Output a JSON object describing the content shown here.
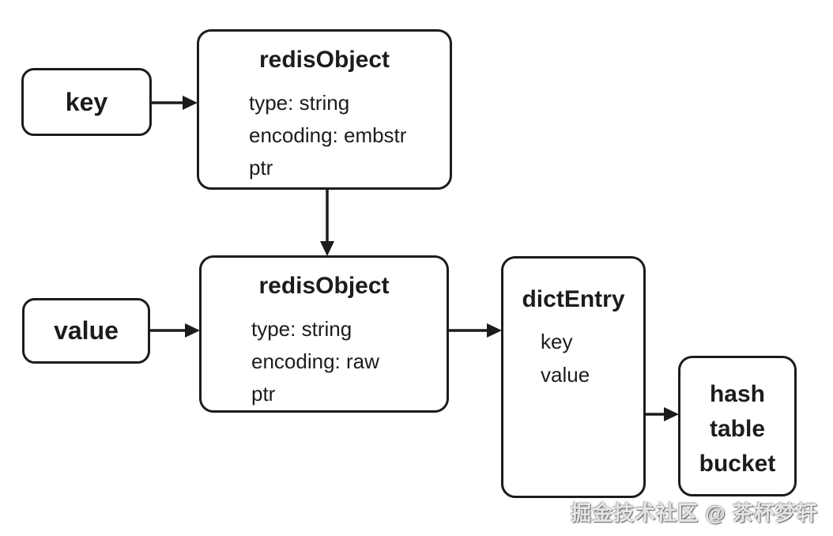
{
  "colors": {
    "background": "#ffffff",
    "stroke": "#1c1c1c"
  },
  "nodes": {
    "key": {
      "label": "key"
    },
    "redis_object_key": {
      "title": "redisObject",
      "fields": [
        "type: string",
        "encoding: embstr",
        "ptr"
      ]
    },
    "value": {
      "label": "value"
    },
    "redis_object_value": {
      "title": "redisObject",
      "fields": [
        "type: string",
        "encoding: raw",
        "ptr"
      ]
    },
    "dict_entry": {
      "title": "dictEntry",
      "fields": [
        "key",
        "value"
      ]
    },
    "hash_table_bucket": {
      "lines": [
        "hash",
        "table",
        "bucket"
      ]
    }
  },
  "watermark": "掘金技术社区 @ 茶杯梦轩"
}
